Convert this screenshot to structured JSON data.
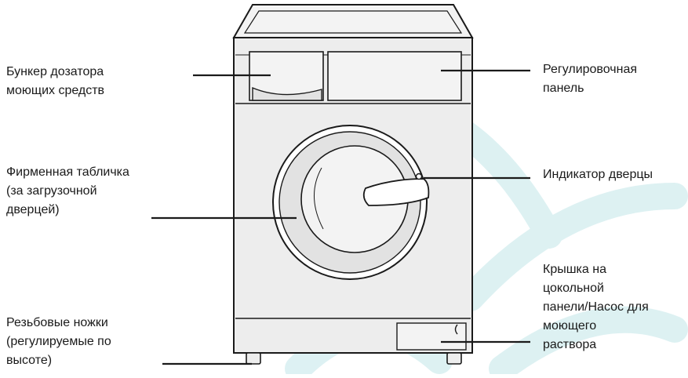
{
  "colors": {
    "outline": "#1a1a1a",
    "body": "#ededed",
    "body_shade": "#e2e2e2",
    "panel": "#f3f3f3",
    "watermark": "#d5eef0"
  },
  "labels": {
    "dispenser": "Бункер дозатора\nмоющих средств",
    "control_panel": "Регулировочная\nпанель",
    "rating_plate": "Фирменная табличка\n(за загрузочной\nдверцей)",
    "door_indicator": "Индикатор дверцы",
    "pump_cover": "Крышка на\nцокольной\nпанели/Насос для\nмоющего\nраствора",
    "feet": "Резьбовые ножки\n(регулируемые по\nвысоте)"
  }
}
